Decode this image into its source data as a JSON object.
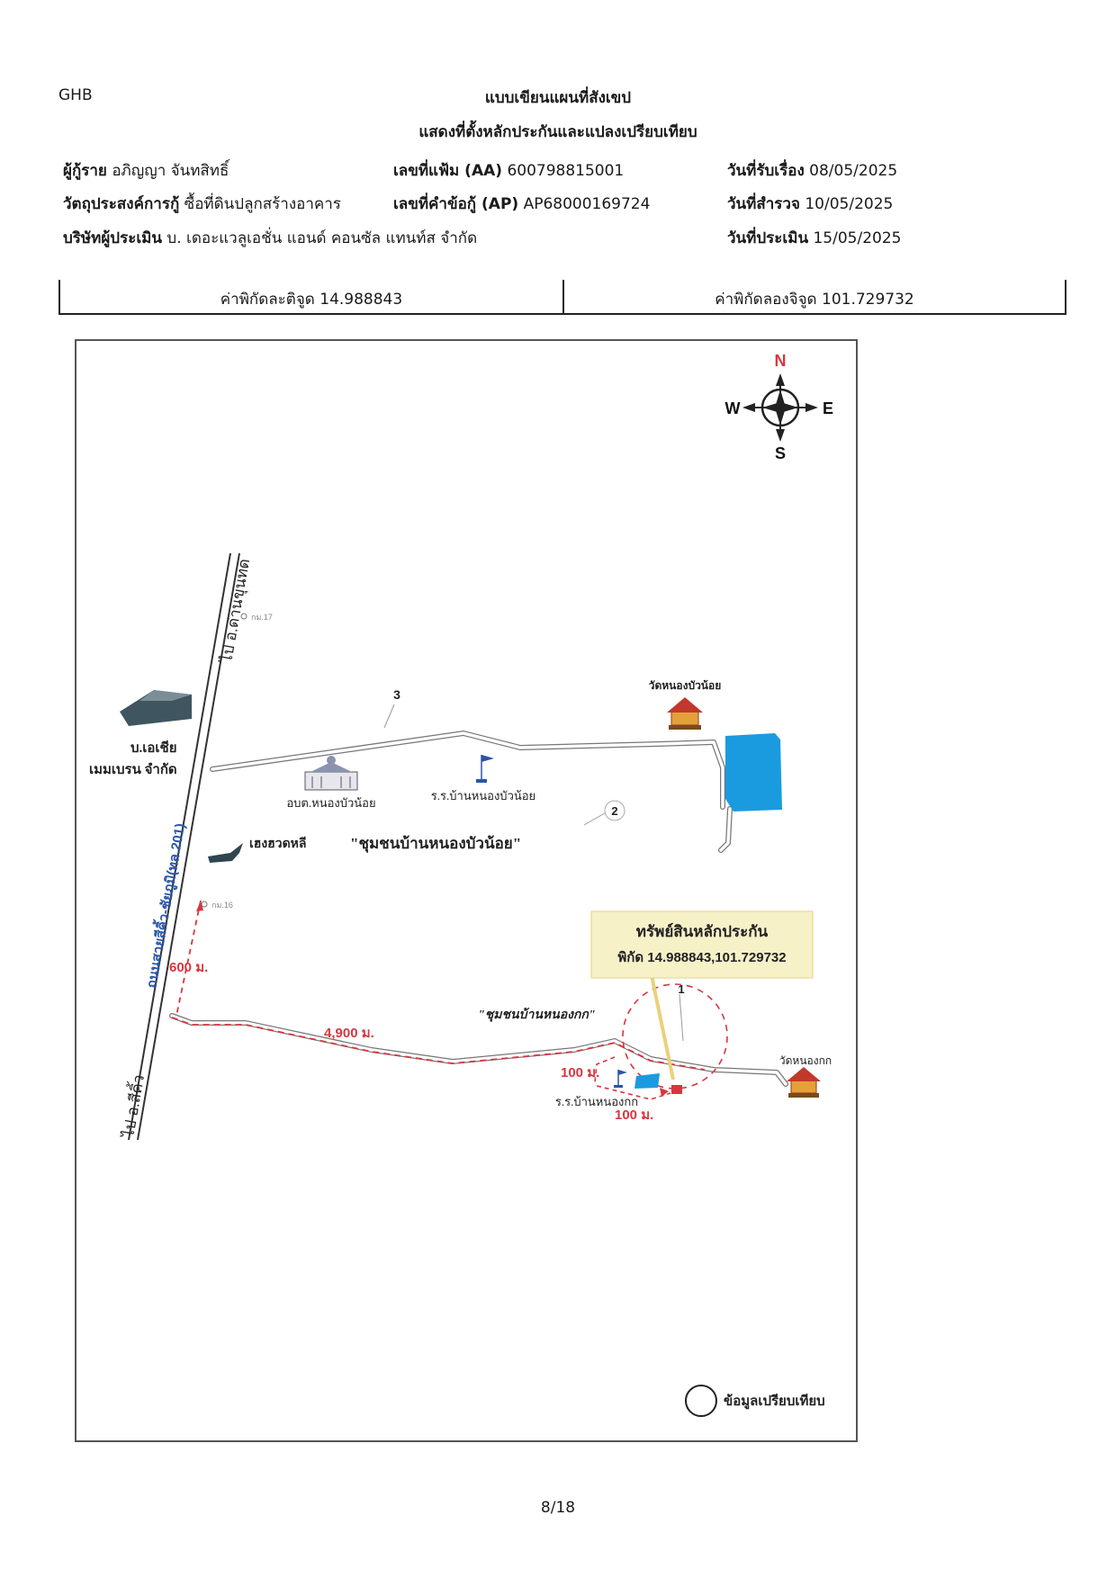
{
  "header": {
    "code": "GHB",
    "title": "แบบเขียนแผนที่สังเขป",
    "subtitle": "แสดงที่ตั้งหลักประกันและแปลงเปรียบเทียบ"
  },
  "info": {
    "borrower_label": "ผู้กู้ราย",
    "borrower_value": "อภิญญา จันทสิทธิ์",
    "purpose_label": "วัตถุประสงค์การกู้",
    "purpose_value": "ซื้อที่ดินปลูกสร้างอาคาร",
    "appraiser_label": "บริษัทผู้ประเมิน",
    "appraiser_value": "บ. เดอะแวลูเอชั่น แอนด์ คอนซัล แทนท์ส จำกัด",
    "file_no_label": "เลขที่แฟ้ม (AA)",
    "file_no_value": "600798815001",
    "request_no_label": "เลขที่คำข้อกู้ (AP)",
    "request_no_value": "AP68000169724",
    "received_label": "วันที่รับเรื่อง",
    "received_value": "08/05/2025",
    "survey_label": "วันที่สำรวจ",
    "survey_value": "10/05/2025",
    "appraisal_label": "วันที่ประเมิน",
    "appraisal_value": "15/05/2025"
  },
  "coords": {
    "lat_text": "ค่าพิกัดละติจูด 14.988843",
    "lng_text": "ค่าพิกัดลองจิจูด 101.729732"
  },
  "map": {
    "compass": {
      "n": "N",
      "s": "S",
      "e": "E",
      "w": "W"
    },
    "road_top_label": "ไป อ.ด่านขุนทด",
    "road_bottom_label": "ไป อ.สีคิ้ว",
    "highway_label": "ถนนสายสีคิ้ว-ชัยภูมิ(ทล.201)",
    "km_marker_top": "กม.17",
    "km_marker_mid": "กม.16",
    "factory_label_line1": "บ.เอเชีย",
    "factory_label_line2": "เมมเบรน จำกัด",
    "hengheng_label": "เฮงฮวดหลี",
    "temple_top_label": "วัดหนองบัวน้อย",
    "sao_label": "อบต.หนองบัวน้อย",
    "school_top_label": "ร.ร.บ้านหนองบัวน้อย",
    "community_top_label": "\"ชุมชนบ้านหนองบัวน้อย\"",
    "community_bottom_label": "\"ชุมชนบ้านหนองกก\"",
    "school_bottom_label": "ร.ร.บ้านหนองกก",
    "temple_bottom_label": "วัดหนองกก",
    "dist_600": "600 ม.",
    "dist_4900": "4,900 ม.",
    "dist_100a": "100 ม.",
    "dist_100b": "100 ม.",
    "marker_1": "1",
    "marker_2": "2",
    "marker_3": "3",
    "callout_title": "ทรัพย์สินหลักประกัน",
    "callout_coords": "พิกัด 14.988843,101.729732",
    "legend_label": "ข้อมูลเปรียบเทียบ",
    "colors": {
      "route": "#d9363e",
      "water": "#1a9be0",
      "road": "#7a7a7a",
      "callout_bg": "#f7f1c8",
      "highway_text": "#2a55a8"
    }
  },
  "footer": {
    "page": "8/18"
  }
}
